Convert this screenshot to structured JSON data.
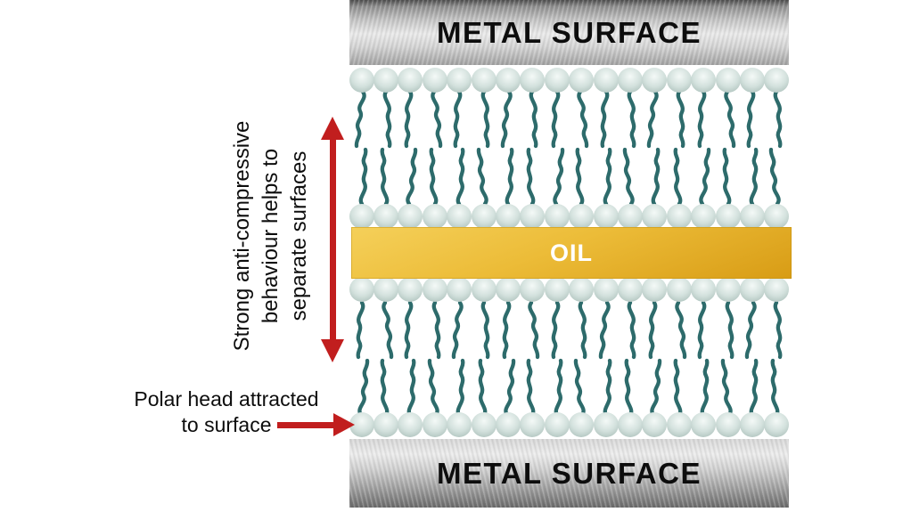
{
  "labels": {
    "top_surface": "METAL SURFACE",
    "bottom_surface": "METAL SURFACE",
    "oil": "OIL"
  },
  "annotations": {
    "anti_compressive": {
      "lines": [
        "Strong anti-compressive",
        "behaviour helps to",
        "separate surfaces"
      ]
    },
    "polar_head": {
      "lines": [
        "Polar head attracted",
        "to surface"
      ]
    }
  },
  "molecules": {
    "per_row": 18,
    "head_rows": 4,
    "tail_rows": 4,
    "tail_color": "#2d6b6b",
    "head_color_center": "#f4f9f7",
    "head_color_mid": "#d3e1dd",
    "head_color_edge": "#a2b8b2"
  },
  "colors": {
    "arrow_red": "#c11e1e",
    "oil_top": "#f5d05a",
    "oil_bottom": "#d89c15",
    "oil_text": "#ffffff",
    "text": "#0d0d0d"
  }
}
